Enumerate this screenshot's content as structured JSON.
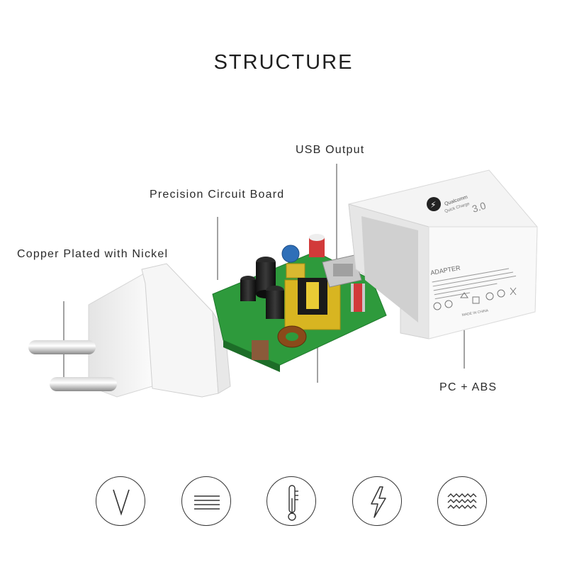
{
  "title": "STRUCTURE",
  "labels": {
    "copper": "Copper Plated with Nickel",
    "board": "Precision Circuit Board",
    "usb": "USB Output",
    "shell": "PC + ABS"
  },
  "housing_print": {
    "brand": "Qualcomm",
    "brand_sub": "Quick Charge",
    "version": "3.0",
    "adapter": "ADAPTER",
    "made_in": "MADE IN CHINA"
  },
  "icons": [
    "v-shape-icon",
    "lines-icon",
    "thermometer-icon",
    "lightning-icon",
    "wave-icon"
  ],
  "colors": {
    "pcb": "#2e9a3c",
    "housing": "#f4f4f4",
    "text": "#222222"
  }
}
